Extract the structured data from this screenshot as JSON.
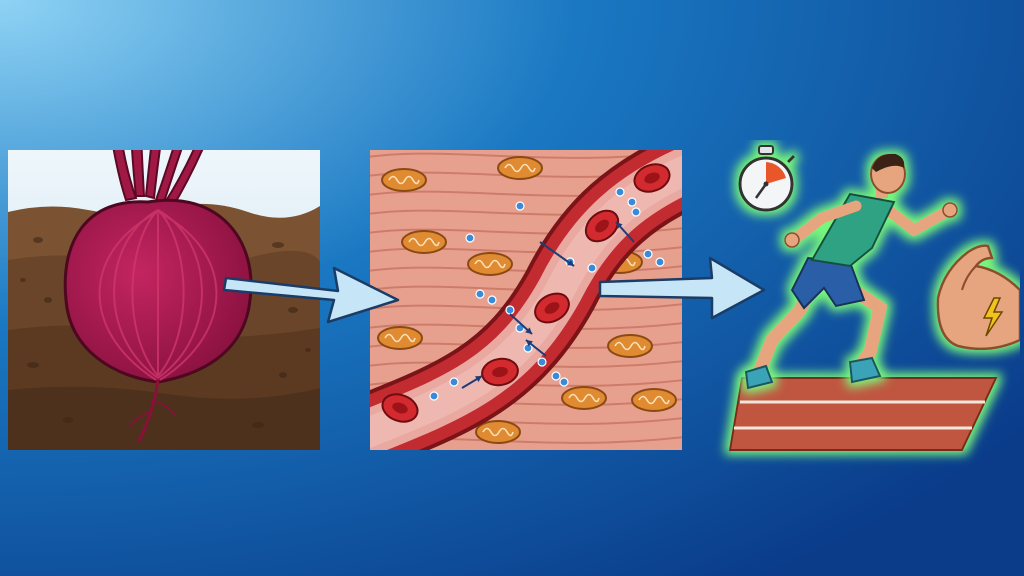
{
  "colors": {
    "bg_start": "#8fd3f5",
    "bg_mid": "#1a78c2",
    "bg_end": "#0a3c8a",
    "beet": "#a5134a",
    "beet_stripe": "#d2386c",
    "soil": "#7b5232",
    "muscle": "#e8a08e",
    "blood_vessel": "#b8232b",
    "red_cell": "#d22a2e",
    "nitric_oxide": "#3a8ad8",
    "mitochondria": "#e08a32",
    "arrow_fill": "#c6e6f7",
    "glow": "#7dff7a",
    "track": "#c0573f",
    "runner_shirt": "#2ea283",
    "runner_shorts": "#2b5fa8",
    "skin": "#e6a57e",
    "lightning": "#f4c21a"
  },
  "icons": {
    "beetroot": "beetroot-icon",
    "stopwatch": "stopwatch-icon",
    "runner": "runner-icon",
    "flexed_arm": "flexed-arm-icon",
    "lightning": "lightning-icon",
    "flow_arrow": "arrow-right-icon"
  },
  "stages": [
    {
      "key": "beetroot_in_soil",
      "icon": "beetroot-icon"
    },
    {
      "key": "muscle_and_blood_vessel",
      "icon": "blood-vessel-icon"
    },
    {
      "key": "athletic_performance",
      "icon": "runner-icon"
    }
  ]
}
